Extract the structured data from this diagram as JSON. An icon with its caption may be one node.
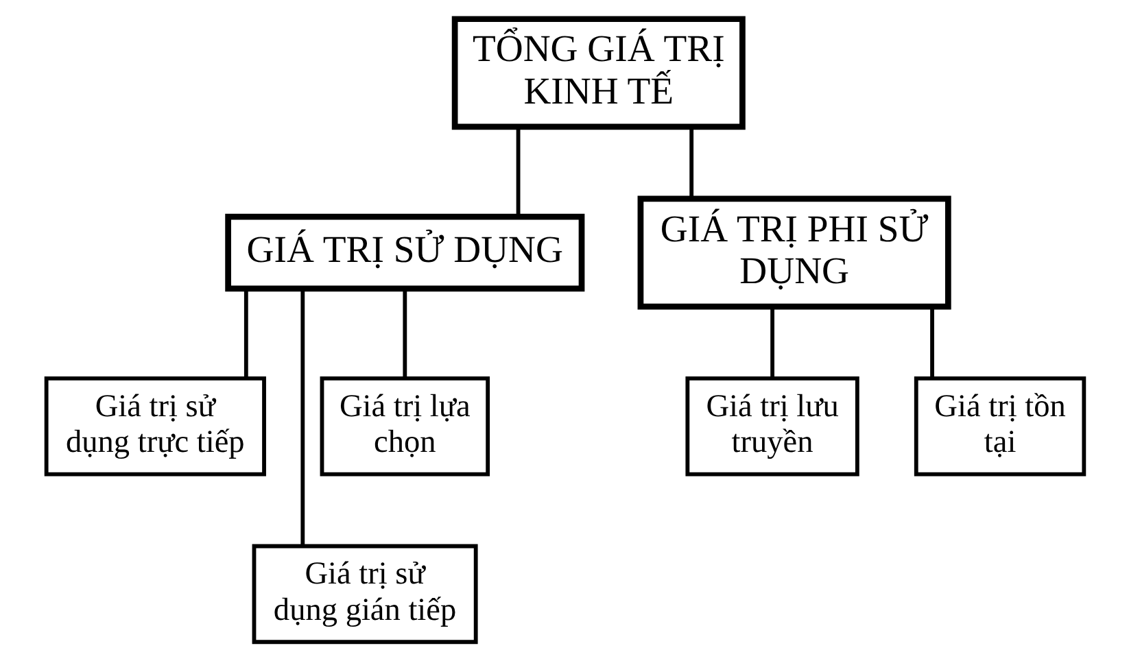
{
  "diagram": {
    "nodes": [
      {
        "text": [
          "TỔNG GIÁ TRỊ KINH TẾ"
        ]
      },
      {
        "text": [
          "GIÁ TRỊ SỬ DỤNG"
        ]
      },
      {
        "text": [
          "GIÁ TRỊ PHI SỬ DỤNG"
        ]
      },
      {
        "text": [
          "Giá trị sử dụng trực tiếp"
        ]
      },
      {
        "text": [
          "Giá trị lựa chọn"
        ]
      },
      {
        "text": [
          "Giá trị sử dụng gián tiếp"
        ]
      },
      {
        "text": [
          "Giá trị lưu truyền"
        ]
      },
      {
        "text": [
          "Giá trị tồn tại"
        ]
      }
    ],
    "edges": [
      {
        "from": 0,
        "to": 1,
        "arrow": "none"
      },
      {
        "from": 0,
        "to": 2,
        "arrow": "none"
      },
      {
        "from": 1,
        "to": 3,
        "arrow": "none"
      },
      {
        "from": 1,
        "to": 4,
        "arrow": "none"
      },
      {
        "from": 1,
        "to": 5,
        "arrow": "none"
      },
      {
        "from": 2,
        "to": 6,
        "arrow": "none"
      },
      {
        "from": 2,
        "to": 7,
        "arrow": "none"
      }
    ]
  }
}
